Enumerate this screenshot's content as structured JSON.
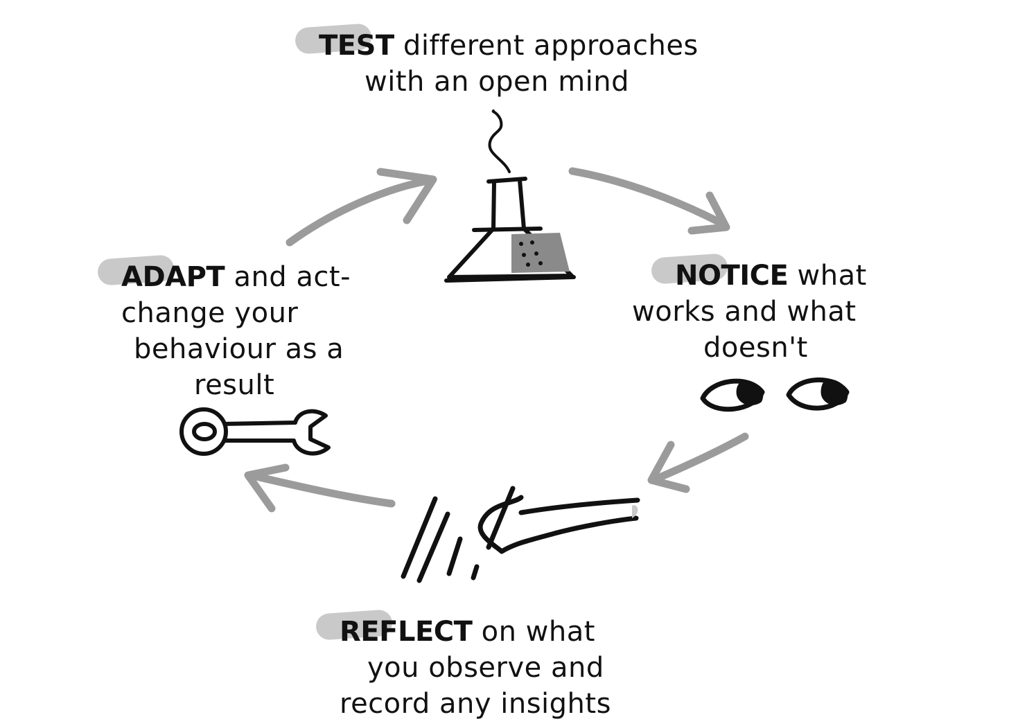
{
  "diagram": {
    "steps": [
      {
        "id": "test",
        "keyword": "TEST",
        "lines": [
          "different approaches",
          "with an open mind"
        ],
        "icon": "flask-icon"
      },
      {
        "id": "notice",
        "keyword": "NOTICE",
        "lines": [
          "what",
          "works and what",
          "doesn't"
        ],
        "icon": "eyes-icon"
      },
      {
        "id": "reflect",
        "keyword": "REFLECT",
        "lines": [
          "on what",
          "you observe and",
          "record any insights"
        ],
        "icon": "writing-hand-icon"
      },
      {
        "id": "adapt",
        "keyword": "ADAPT",
        "lines": [
          "and act-",
          "change your",
          "behaviour as a",
          "result"
        ],
        "icon": "wrench-icon"
      }
    ],
    "arrow_color": "#9b9b9b",
    "highlight_color": "#c9c9c9",
    "ink_color": "#111111"
  }
}
